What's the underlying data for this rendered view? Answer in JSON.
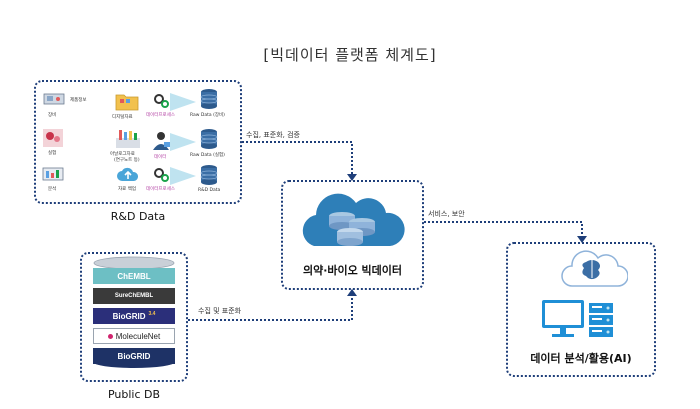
{
  "title": "[빅데이터  플랫폼  체계도]",
  "rd": {
    "caption": "R&D Data",
    "rows": [
      {
        "label": "장비",
        "sub": "제품정보",
        "mid": "디지털자료",
        "pipeline": "데이터프로세스",
        "raw": "Raw Data (장비)"
      },
      {
        "label": "실험",
        "sub": "",
        "mid": "아날로그자료",
        "mid_sub": "(연구노트 등)",
        "pipeline": "데이터",
        "raw": "Raw Data (실험)"
      },
      {
        "label": "분석",
        "sub": "",
        "mid": "자료 백업",
        "pipeline": "데이터프로세스",
        "raw": "R&D Data"
      }
    ]
  },
  "public": {
    "caption": "Public DB",
    "layers": [
      "ChEMBL",
      "SureChEMBL",
      "BioGRID",
      "MoleculeNet",
      "BioGRID"
    ],
    "biogrid_version": "3.4"
  },
  "connectors": {
    "collect": "수집, 표준화, 검증",
    "collect_std": "수집 및 표준화",
    "service": "서비스, 보안"
  },
  "hub": {
    "label": "의약·바이오 빅데이터"
  },
  "ai": {
    "label": "데이터 분석/활용(AI)"
  },
  "colors": {
    "border": "#1f3f7a",
    "arrow": "#1f3f7a",
    "cloud": "#2e7fb8",
    "db": "#3b6ea5"
  }
}
